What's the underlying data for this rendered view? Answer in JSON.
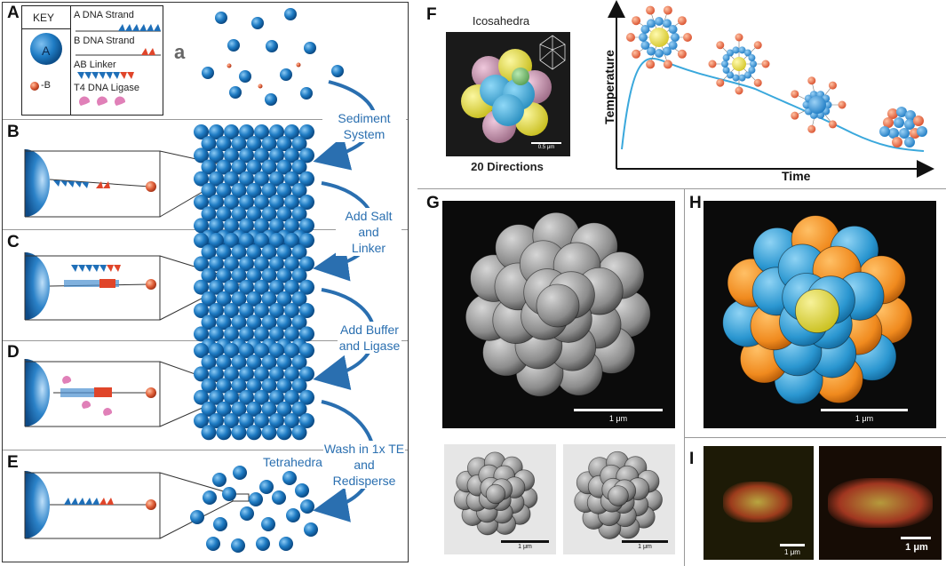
{
  "panels": {
    "a": "A",
    "b": "B",
    "c": "C",
    "d": "D",
    "e": "E",
    "f": "F",
    "g": "G",
    "h": "H",
    "i": "I"
  },
  "key": {
    "title": "KEY",
    "a_particle": "A",
    "b_particle": "-B",
    "a_strand": "A DNA Strand",
    "b_strand": "B DNA Strand",
    "linker": "AB Linker",
    "ligase": "T4 DNA Ligase"
  },
  "panel_a_mark": "a",
  "steps": {
    "sediment": "Sediment System",
    "salt_linker_1": "Add Salt and",
    "salt_linker_2": "Linker",
    "buffer_ligase_1": "Add Buffer",
    "buffer_ligase_2": "and Ligase",
    "wash_1": "Wash in 1x TE",
    "wash_2": "and Redisperse"
  },
  "tetrahedra_label": "Tetrahedra",
  "icosahedra": {
    "title": "Icosahedra",
    "caption": "20 Directions",
    "scale": "0.5 μm"
  },
  "plot": {
    "ylabel": "Temperature",
    "xlabel": "Time"
  },
  "scales": {
    "g_main": "1 μm",
    "g_small_1": "1 μm",
    "g_small_2": "1 μm",
    "h_main": "1 μm",
    "i_1": "1 μm",
    "i_2": "1 μm"
  },
  "colors": {
    "blue_particle": "#1f7cc4",
    "orange_particle": "#e0603a",
    "step_text": "#2a6fb0",
    "curve": "#3aa8dc"
  }
}
